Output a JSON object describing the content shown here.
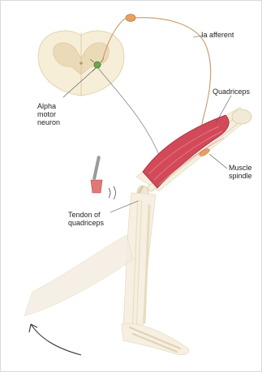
{
  "labels": {
    "ia_afferent": "Ia afferent",
    "quadriceps": "Quadriceps",
    "alpha_motor_neuron": "Alpha\nmotor\nneuron",
    "muscle_spindle": "Muscle\nspindle",
    "tendon_of_quadriceps": "Tendon of\nquadriceps"
  },
  "colors": {
    "nerve": "#c79a6a",
    "spinal_cord": "#f7eed8",
    "grey_matter": "#ead8b4",
    "muscle": "#d24a5a",
    "bone": "#efe8d2",
    "skin": "#f6efe2",
    "ganglion": "#e8a060",
    "motor_neuron": "#6aa84f"
  }
}
